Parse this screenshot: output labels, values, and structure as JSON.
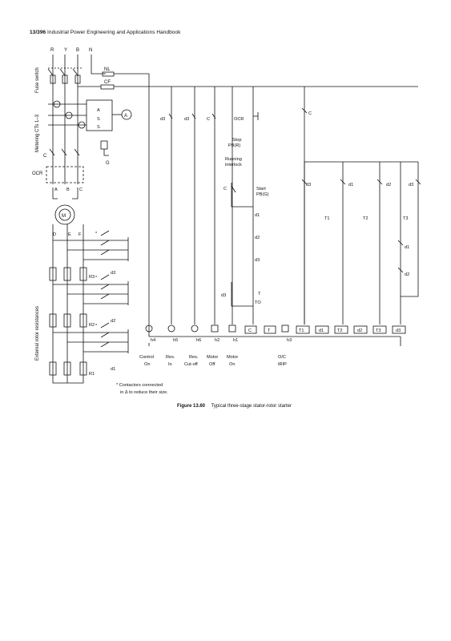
{
  "header": {
    "page": "13/396",
    "title": "Industrial Power Engineering and Applications Handbook"
  },
  "phases": [
    "R",
    "Y",
    "B",
    "N"
  ],
  "left_labels": {
    "fuse_switch": "Fuse switch",
    "metering": "Metering CTs 1–3",
    "ext_rotor": "External rotor resistances"
  },
  "components": {
    "nl": "NL",
    "cf": "CF",
    "ammeter": "A",
    "gen": "G",
    "ocr": "OCR",
    "ocr2": "OCR",
    "motor": "M",
    "c": "C",
    "stator": [
      "A",
      "B",
      "C"
    ],
    "rotor": [
      "D",
      "E",
      "F"
    ],
    "res": [
      "R3",
      "R2",
      "R1"
    ],
    "ctr": [
      "d3",
      "d2",
      "d1"
    ],
    "star": "*",
    "ct_meter": [
      "A",
      "S",
      "S"
    ]
  },
  "control": {
    "stop": [
      "Stop",
      "PB(R)"
    ],
    "running": [
      "Running",
      "interlock"
    ],
    "start": [
      "Start",
      "PB(G)"
    ],
    "t": "T",
    "to": "TO"
  },
  "contacts": {
    "d3": "d3",
    "d3b": "d3",
    "c1": "C",
    "c2": "C",
    "c3": "C",
    "d1": "d1",
    "d2": "d2",
    "d3c": "d3",
    "d3s": "d3",
    "ra": "d3",
    "rb": "d1",
    "rc": "d2",
    "rd": "d3",
    "t1": "T1",
    "t2": "T2",
    "t3": "T3",
    "re": "d1",
    "rf": "d2"
  },
  "lamps": [
    "h4",
    "h5",
    "h6",
    "h2",
    "h1",
    "h3"
  ],
  "coils": [
    "C",
    "T",
    "T1",
    "d1",
    "T2",
    "d2",
    "T3",
    "d3"
  ],
  "bottom": [
    [
      "Control",
      "On"
    ],
    [
      "Res.",
      "In"
    ],
    [
      "Res.",
      "Cut-off"
    ],
    [
      "Motor",
      "Off"
    ],
    [
      "Motor",
      "On"
    ],
    [
      "O/C",
      "tRIP"
    ]
  ],
  "note": [
    "* Contactors connected",
    "in Δ to reduce their size."
  ],
  "caption": {
    "fig": "Figure 13.60",
    "text": "Typical three-stage stator-rotor starter"
  }
}
